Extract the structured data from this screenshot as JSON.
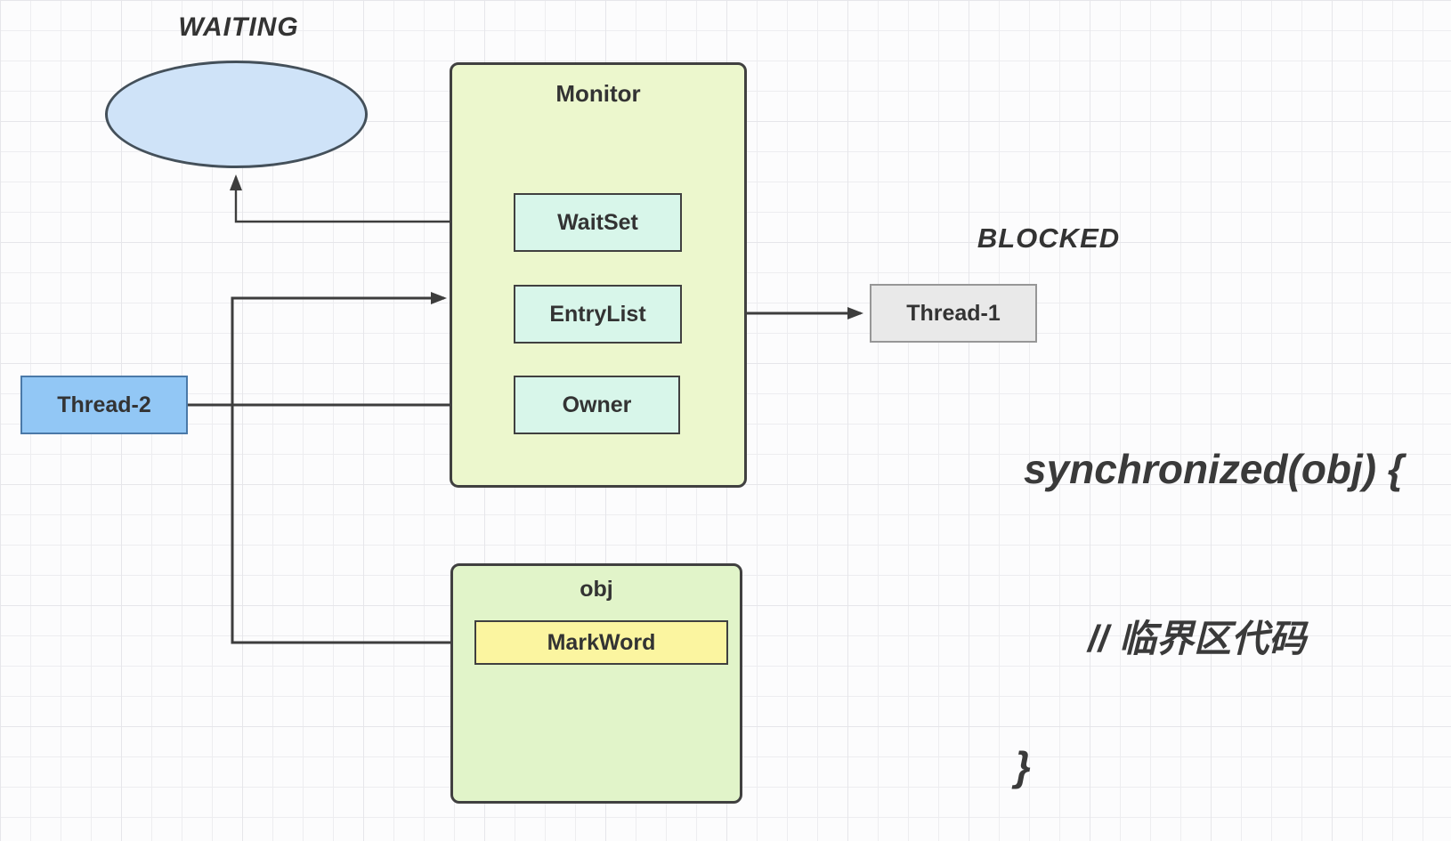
{
  "diagram": {
    "states": {
      "waiting": "WAITING",
      "blocked": "BLOCKED"
    },
    "monitor": {
      "title": "Monitor",
      "waitset": "WaitSet",
      "entrylist": "EntryList",
      "owner": "Owner"
    },
    "threads": {
      "thread1": "Thread-1",
      "thread2": "Thread-2"
    },
    "object": {
      "title": "obj",
      "markword": "MarkWord"
    },
    "code": {
      "line1": "synchronized(obj) {",
      "line2": "// 临界区代码",
      "line3": "}"
    },
    "connectors": {
      "waitset_to_waiting": "WaitSet to WAITING ellipse",
      "markword_to_monitor": "MarkWord to Monitor",
      "thread2_to_owner": "Thread-2 to Owner",
      "entrylist_to_thread1": "EntryList to Thread-1"
    }
  },
  "colors": {
    "canvas_bg": "#fcfcfd",
    "grid_line": "#ededf0",
    "monitor_fill": "#ecf7cd",
    "obj_fill": "#e1f4c9",
    "field_fill": "#d8f6ea",
    "markword_fill": "#fbf5a0",
    "thread1_fill": "#e9e9e9",
    "thread1_border": "#979797",
    "thread2_fill": "#92c7f5",
    "thread2_border": "#4a79a8",
    "ellipse_fill": "#cfe3f8",
    "ellipse_border": "#44505a",
    "shape_border": "#404040",
    "connector": "#3d3d3d",
    "text": "#333333"
  }
}
